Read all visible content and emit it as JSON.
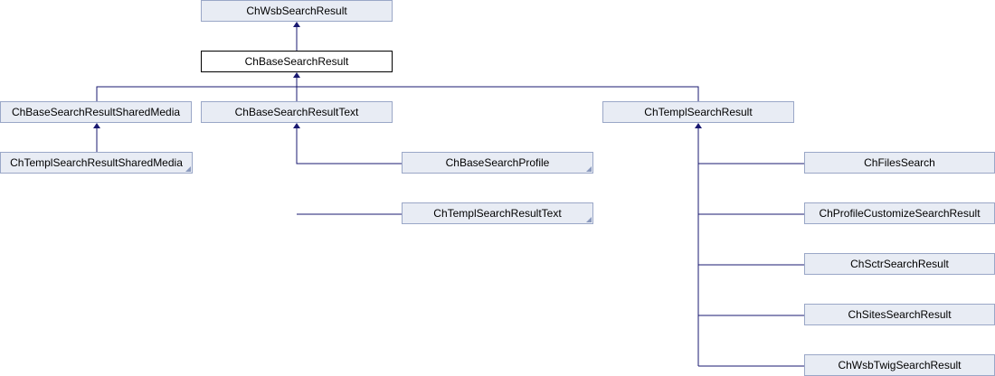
{
  "diagram": {
    "nodes": {
      "wsb_search_result": "ChWsbSearchResult",
      "base_search_result": "ChBaseSearchResult",
      "base_shared_media": "ChBaseSearchResultSharedMedia",
      "base_text": "ChBaseSearchResultText",
      "templ_search_result": "ChTemplSearchResult",
      "templ_shared_media": "ChTemplSearchResultSharedMedia",
      "base_search_profile": "ChBaseSearchProfile",
      "templ_text": "ChTemplSearchResultText",
      "files_search": "ChFilesSearch",
      "profile_customize": "ChProfileCustomizeSearchResult",
      "sctr_search": "ChSctrSearchResult",
      "sites_search": "ChSitesSearchResult",
      "wsb_twig_search": "ChWsbTwigSearchResult"
    },
    "colors": {
      "edge": "#191970",
      "box_fill": "#e8ecf4",
      "box_border": "#9aa7c7"
    }
  }
}
